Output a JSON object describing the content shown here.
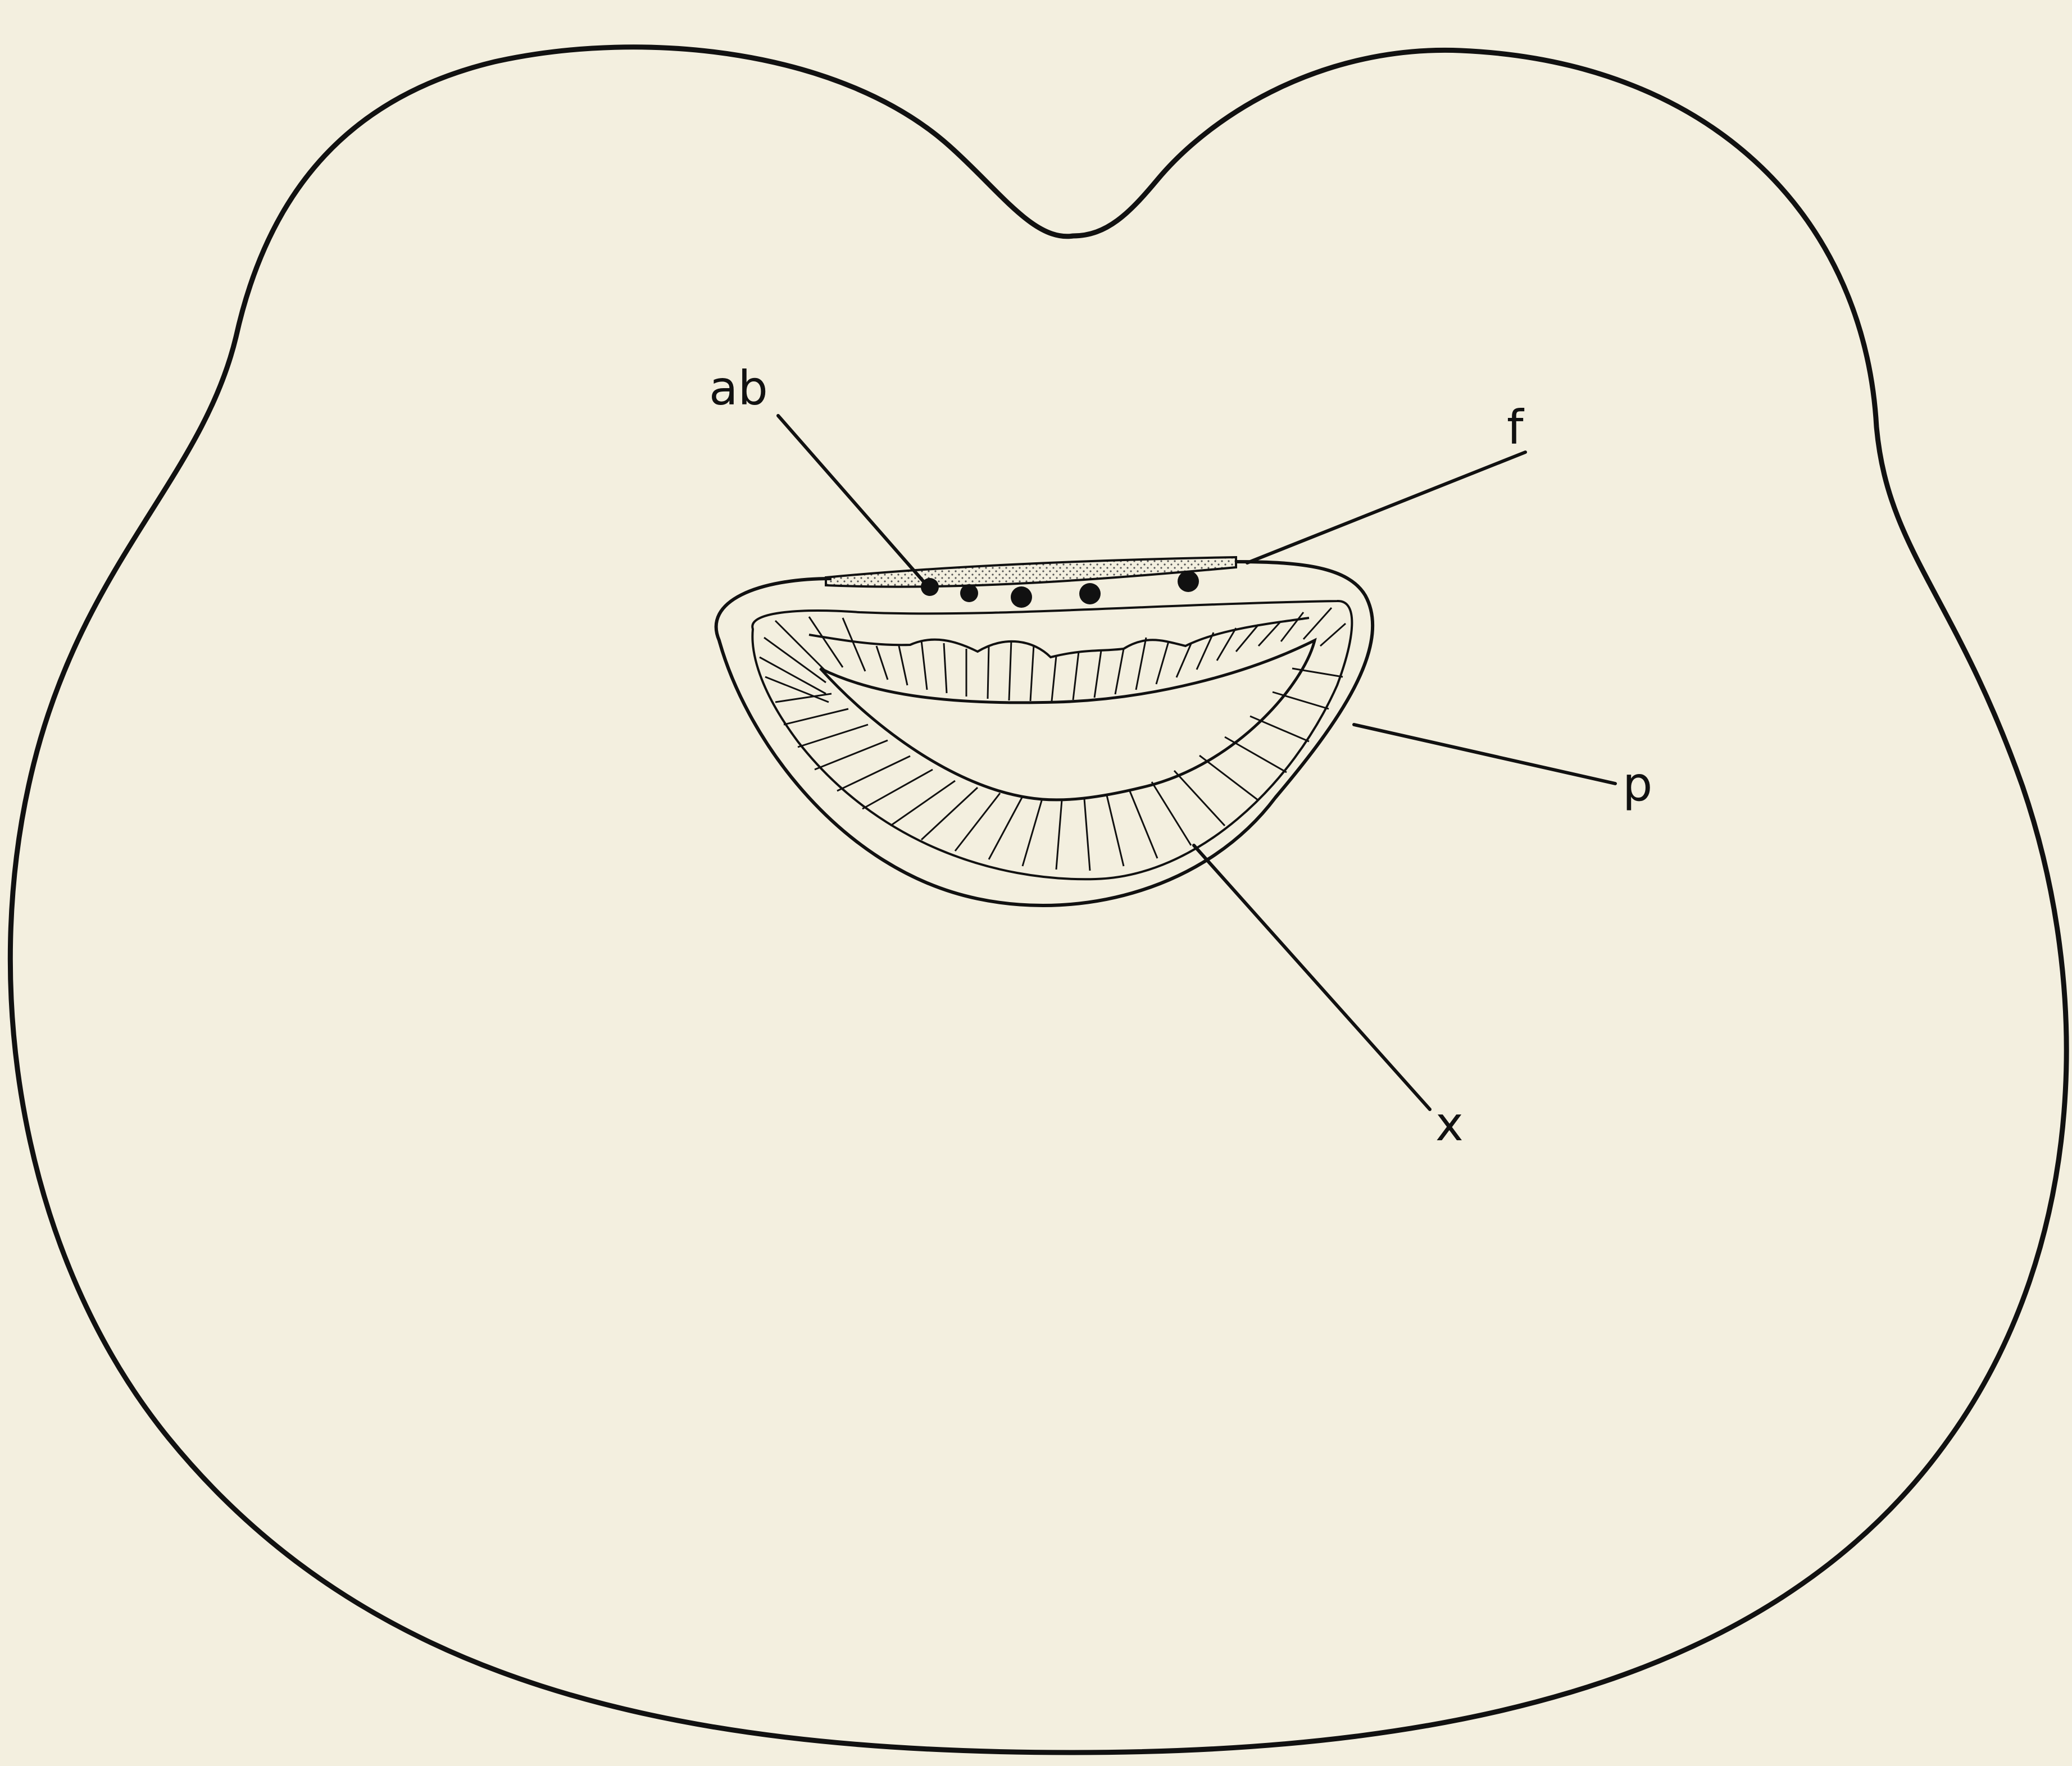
{
  "diagram": {
    "background_color": "#f3efdf",
    "ink_color": "#111111",
    "labels": {
      "ab": "ab",
      "f": "f",
      "p": "p",
      "x": "x"
    }
  }
}
